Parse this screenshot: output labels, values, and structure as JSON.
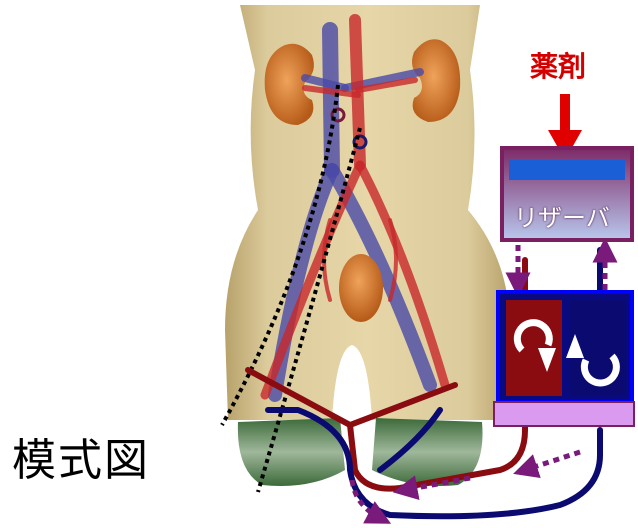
{
  "labels": {
    "diagram": "模式図",
    "drug": "薬剤",
    "reservoir": "リザーバ"
  },
  "colors": {
    "skin": "#d9c695",
    "kidney": "#d27a2c",
    "artery": "#c8282a",
    "vein": "#4a4aa8",
    "arterial_tube": "#8a0c10",
    "venous_tube": "#0a0a70",
    "reservoir_frame": "#7a2060",
    "pump_frame": "#0000cc",
    "flow_arrow": "#7a1a7a",
    "drug_arrow": "#e00000"
  },
  "icons": [
    "drug-arrow-icon",
    "pump-rotor-icon",
    "flow-direction-icon"
  ]
}
